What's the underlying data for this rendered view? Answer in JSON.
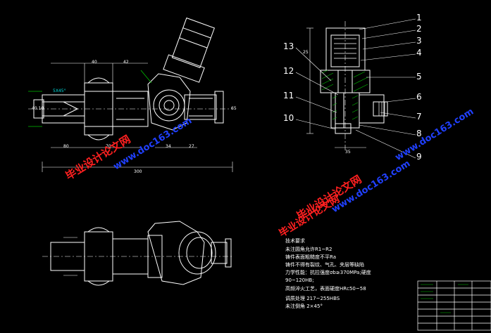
{
  "balloons": [
    "1",
    "2",
    "3",
    "4",
    "5",
    "6",
    "7",
    "8",
    "9",
    "10",
    "11",
    "12",
    "13"
  ],
  "dims_top": [
    "40",
    "42",
    "5X45°",
    "80",
    "70",
    "34",
    "27",
    "40.10",
    "65",
    "300"
  ],
  "dims_part": [
    "25",
    "35"
  ],
  "watermarks": {
    "left_red": "毕业设计论文网",
    "left_blue": "www.doc163.com",
    "right_red": "毕业设计论文网",
    "right_blue": "www.doc163.com",
    "center_red": "毕业设计论文网",
    "center_blue": "www.doc163.com"
  },
  "notes": {
    "title": "技术要求",
    "lines": [
      "未注圆角允许R1~R2",
      "铸件表面粗糙度不平Ra",
      "铸件不得有裂纹、气孔、夹层等缺陷",
      "力学性能：抗拉强度σb≥370MPa;硬度",
      "90~120HB;",
      "高频淬火工艺，表面硬度HRc50~58",
      "调质处理    217~255HBS",
      "未注倒角    2×45°"
    ]
  },
  "colors": {
    "line": "#ffffff",
    "accent_green": "#00c000",
    "accent_cyan": "#00e0e0",
    "watermark_red": "#ff2020",
    "watermark_blue": "#2040ff"
  }
}
